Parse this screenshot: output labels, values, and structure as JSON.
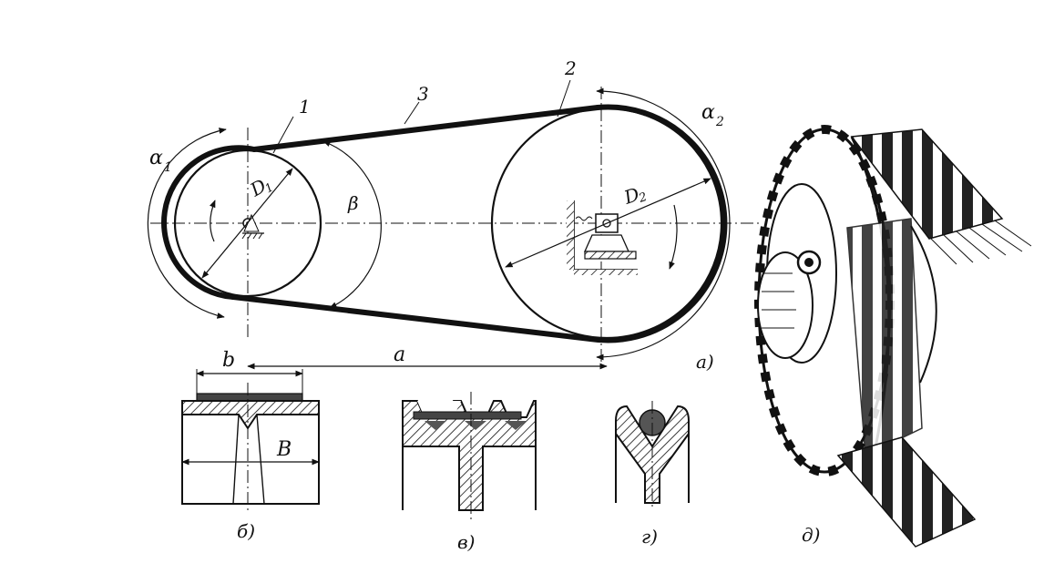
{
  "labels": {
    "pulley1_number": "1",
    "pulley2_number": "2",
    "belt_number": "3",
    "alpha1": "α",
    "alpha1_sub": "1",
    "alpha2": "α",
    "alpha2_sub": "2",
    "d1": "D",
    "d1_sub": "1",
    "d2": "D",
    "d2_sub": "2",
    "beta": "β",
    "center_distance": "a",
    "width_b": "b",
    "width_B": "B"
  },
  "captions": {
    "a": "а)",
    "b": "б)",
    "v": "в)",
    "g": "г)",
    "d": "д)"
  },
  "icons": [
    "drive-pulley-icon",
    "driven-pulley-icon",
    "flat-belt-section-icon",
    "multi-v-belt-section-icon",
    "round-belt-section-icon",
    "toothed-belt-pulley-icon"
  ]
}
